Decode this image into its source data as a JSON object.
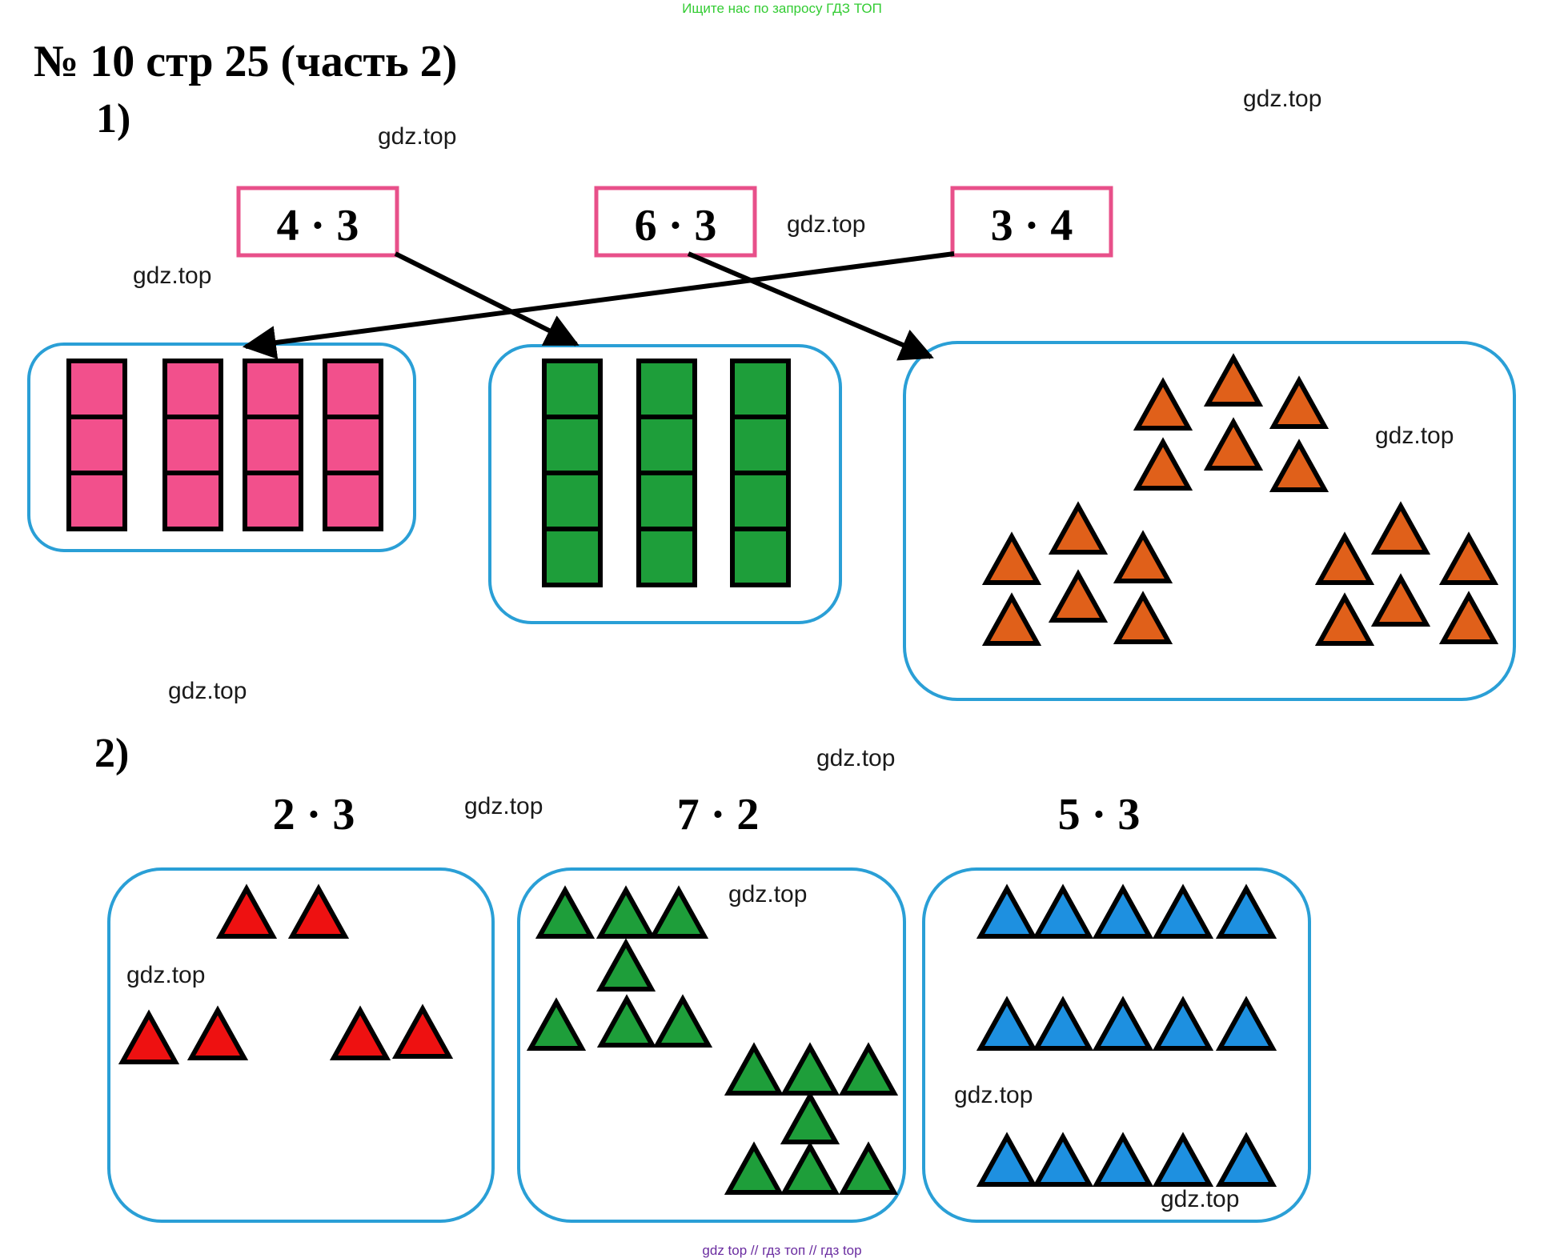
{
  "header": {
    "search_hint": "Ищите нас по запросу ГДЗ ТОП",
    "title": "№ 10 стр 25 (часть 2)"
  },
  "part1": {
    "label": "1)",
    "expressions": [
      "4 · 3",
      "6 · 3",
      "3 · 4"
    ],
    "groups": [
      {
        "shape": "square",
        "color": "#f2508c",
        "columns": 4,
        "per_column": 3
      },
      {
        "shape": "square",
        "color": "#1e9e3a",
        "columns": 3,
        "per_column": 4
      },
      {
        "shape": "triangle",
        "color": "#e0601a",
        "groups": 3,
        "per_group": 6
      }
    ]
  },
  "part2": {
    "label": "2)",
    "expressions": [
      "2 · 3",
      "7 · 2",
      "5 · 3"
    ],
    "groups": [
      {
        "shape": "triangle",
        "color": "#ee1111",
        "groups": 3,
        "per_group": 2
      },
      {
        "shape": "triangle",
        "color": "#1e9e3a",
        "groups": 2,
        "per_group": 7
      },
      {
        "shape": "triangle",
        "color": "#1e90e0",
        "groups": 3,
        "per_group": 5
      }
    ]
  },
  "watermarks": [
    "gdz.top",
    "gdz.top",
    "gdz.top",
    "gdz.top",
    "gdz.top",
    "gdz.top",
    "gdz.top",
    "gdz.top",
    "gdz.top",
    "gdz.top",
    "gdz.top",
    "gdz.top"
  ],
  "footer": {
    "text": "gdz top  //  гдз топ  //  гдз top"
  },
  "colors": {
    "frame": "#e8508a",
    "panel_border": "#2a9fd6",
    "arrow": "#000000"
  }
}
